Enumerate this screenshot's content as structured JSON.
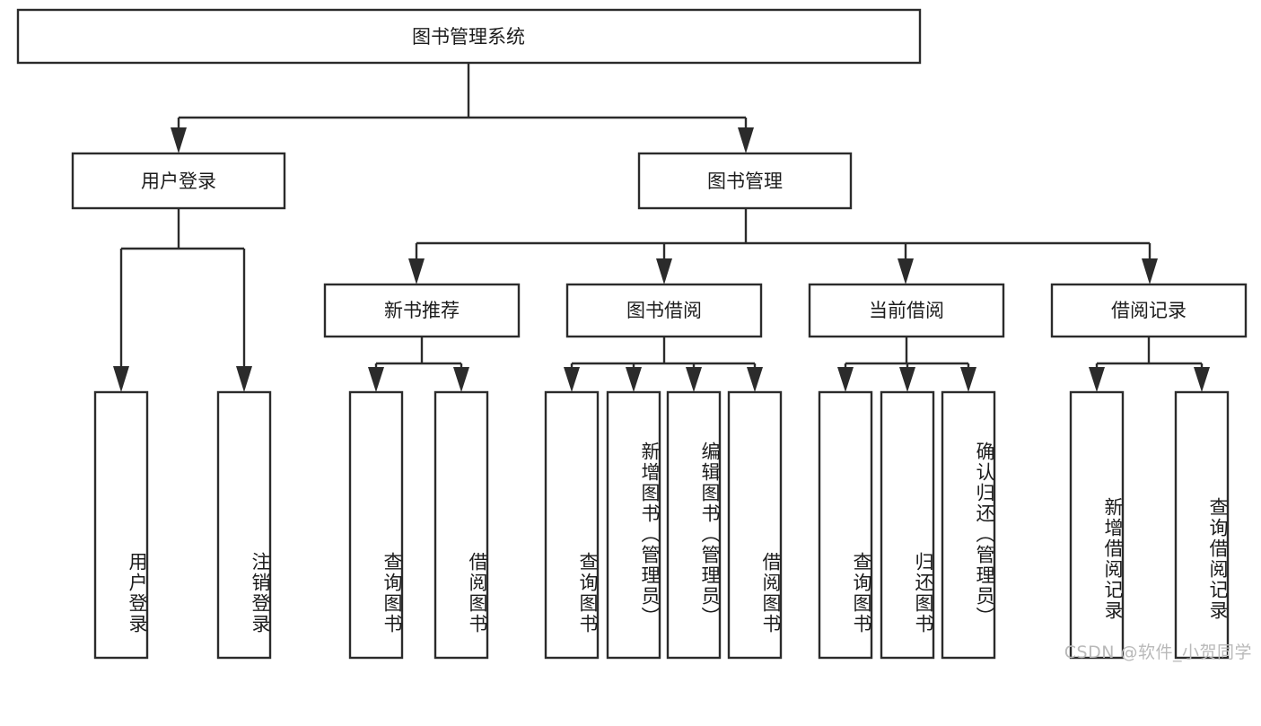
{
  "diagram": {
    "type": "tree-hierarchy-chart",
    "title": "图书管理系统",
    "root": {
      "id": "root",
      "label": "图书管理系统",
      "orientation": "horizontal"
    },
    "level2": [
      {
        "id": "user-login",
        "label": "用户登录",
        "orientation": "horizontal"
      },
      {
        "id": "book-manage",
        "label": "图书管理",
        "orientation": "horizontal"
      }
    ],
    "level3": [
      {
        "id": "new-book-rec",
        "label": "新书推荐",
        "orientation": "horizontal",
        "parent": "book-manage"
      },
      {
        "id": "book-borrow",
        "label": "图书借阅",
        "orientation": "horizontal",
        "parent": "book-manage"
      },
      {
        "id": "current-borrow",
        "label": "当前借阅",
        "orientation": "horizontal",
        "parent": "book-manage"
      },
      {
        "id": "borrow-record",
        "label": "借阅记录",
        "orientation": "horizontal",
        "parent": "book-manage"
      }
    ],
    "leaves": [
      {
        "id": "leaf-user-login",
        "label": "用户登录",
        "orientation": "vertical",
        "parent": "user-login"
      },
      {
        "id": "leaf-user-logout",
        "label": "注销登录",
        "orientation": "vertical",
        "parent": "user-login"
      },
      {
        "id": "leaf-query-book-1",
        "label": "查询图书",
        "orientation": "vertical",
        "parent": "new-book-rec"
      },
      {
        "id": "leaf-borrow-book-1",
        "label": "借阅图书",
        "orientation": "vertical",
        "parent": "new-book-rec"
      },
      {
        "id": "leaf-query-book-2",
        "label": "查询图书",
        "orientation": "vertical",
        "parent": "book-borrow"
      },
      {
        "id": "leaf-add-book",
        "label": "新增图书（管理员）",
        "orientation": "vertical",
        "parent": "book-borrow"
      },
      {
        "id": "leaf-edit-book",
        "label": "编辑图书（管理员）",
        "orientation": "vertical",
        "parent": "book-borrow"
      },
      {
        "id": "leaf-borrow-book-2",
        "label": "借阅图书",
        "orientation": "vertical",
        "parent": "book-borrow"
      },
      {
        "id": "leaf-query-book-3",
        "label": "查询图书",
        "orientation": "vertical",
        "parent": "current-borrow"
      },
      {
        "id": "leaf-return-book",
        "label": "归还图书",
        "orientation": "vertical",
        "parent": "current-borrow"
      },
      {
        "id": "leaf-confirm-return",
        "label": "确认归还（管理员）",
        "orientation": "vertical",
        "parent": "current-borrow"
      },
      {
        "id": "leaf-add-record",
        "label": "新增借阅记录",
        "orientation": "vertical",
        "parent": "borrow-record"
      },
      {
        "id": "leaf-query-record",
        "label": "查询借阅记录",
        "orientation": "vertical",
        "parent": "borrow-record"
      }
    ]
  },
  "watermark": {
    "text": "CSDN @软件_小贺同学"
  },
  "colors": {
    "stroke": "#2b2b2b",
    "fill": "#ffffff",
    "text": "#1c1c1c",
    "watermark": "#b9b9b9",
    "background": "#ffffff"
  }
}
